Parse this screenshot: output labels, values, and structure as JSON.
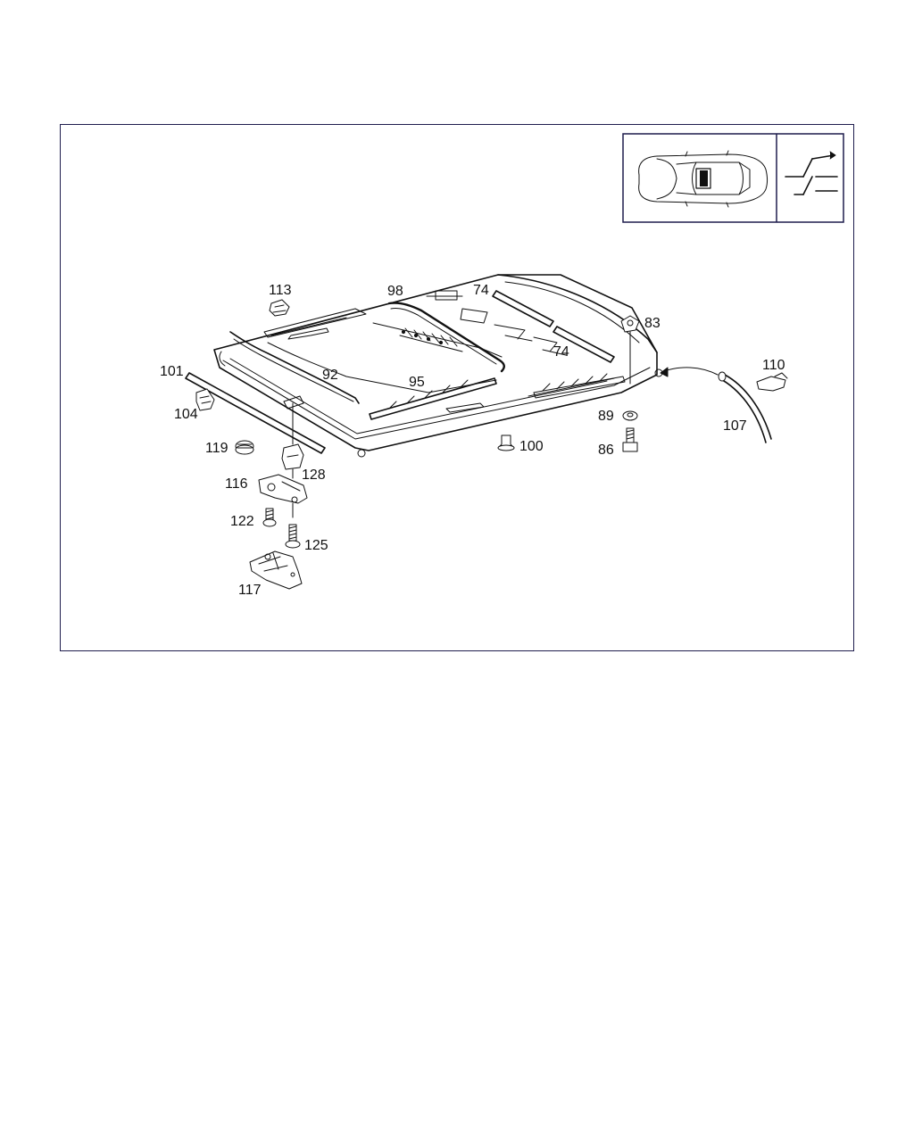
{
  "diagram": {
    "callouts": [
      {
        "id": "c113",
        "text": "113"
      },
      {
        "id": "c98",
        "text": "98"
      },
      {
        "id": "c74a",
        "text": "74"
      },
      {
        "id": "c74b",
        "text": "74"
      },
      {
        "id": "c83",
        "text": "83"
      },
      {
        "id": "c92",
        "text": "92"
      },
      {
        "id": "c95",
        "text": "95"
      },
      {
        "id": "c101",
        "text": "101"
      },
      {
        "id": "c104",
        "text": "104"
      },
      {
        "id": "c110",
        "text": "110"
      },
      {
        "id": "c107",
        "text": "107"
      },
      {
        "id": "c89",
        "text": "89"
      },
      {
        "id": "c86",
        "text": "86"
      },
      {
        "id": "c100",
        "text": "100"
      },
      {
        "id": "c119",
        "text": "119"
      },
      {
        "id": "c128",
        "text": "128"
      },
      {
        "id": "c116",
        "text": "116"
      },
      {
        "id": "c122",
        "text": "122"
      },
      {
        "id": "c125",
        "text": "125"
      },
      {
        "id": "c117",
        "text": "117"
      }
    ],
    "colors": {
      "frame": "#1f1d4d",
      "ink": "#111111",
      "highlight": "#111111"
    },
    "icons": [
      "car-top-view-icon",
      "section-step-icon"
    ]
  }
}
